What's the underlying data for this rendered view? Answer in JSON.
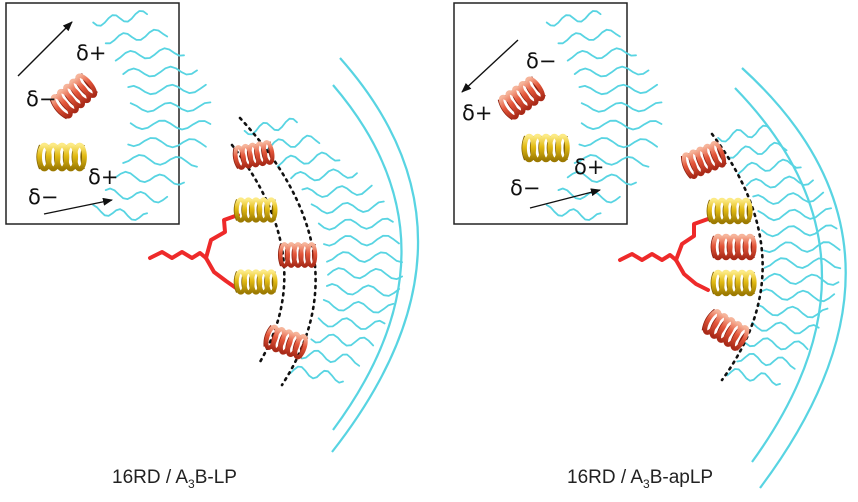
{
  "panels": [
    {
      "id": "left",
      "caption": {
        "prefix": "16RD / A",
        "subscript": "3",
        "suffix": "B-LP"
      },
      "inset": {
        "labels": {
          "red_top": "δ+",
          "red_bottom": "δ−",
          "yellow_right": "δ+",
          "yellow_bottom": "δ−"
        }
      }
    },
    {
      "id": "right",
      "caption": {
        "prefix": "16RD / A",
        "subscript": "3",
        "suffix": "B-apLP"
      },
      "inset": {
        "labels": {
          "red_top": "δ−",
          "red_left": "δ+",
          "yellow_right": "δ+",
          "yellow_bottom": "δ−"
        }
      }
    }
  ],
  "colors": {
    "red_helix": "#e2553a",
    "red_helix_light": "#f5b59a",
    "yellow_helix": "#dcb310",
    "yellow_helix_light": "#fbe57a",
    "lipid_chain": "#ee2a2a",
    "membrane_chain": "#58d4e2",
    "frame": "#222222"
  }
}
